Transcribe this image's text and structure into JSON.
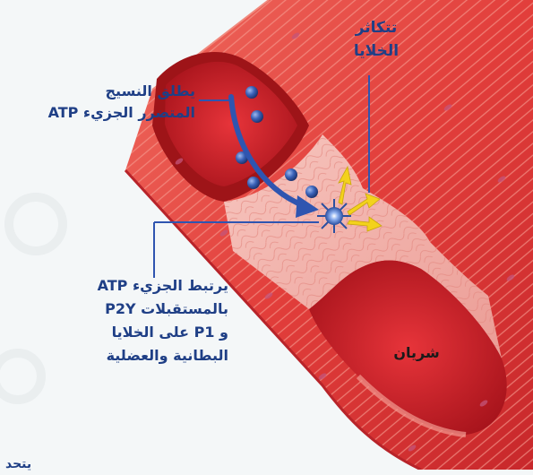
{
  "labels": {
    "release": [
      "يطلق النسيج",
      "المتضرر الجزيء ATP"
    ],
    "proliferation": [
      "تتكاثر",
      "الخلايا"
    ],
    "binding": [
      "يرتبط الجزيء ATP",
      "بالمستقبلات P2Y",
      "و P1 على الخلايا",
      "البطانية والعضلية"
    ],
    "artery": "شريان",
    "bottom_fragment": "يتحد"
  },
  "colors": {
    "wall_outer": "#e84a4a",
    "wall_inner": "#f2a7a0",
    "lumen": "#d81f26",
    "atp_molecule": "#2a4fa0",
    "arrow_main": "#2f55b0",
    "arrow_burst": "#f3d21c",
    "label_text": "#1f3f86"
  }
}
